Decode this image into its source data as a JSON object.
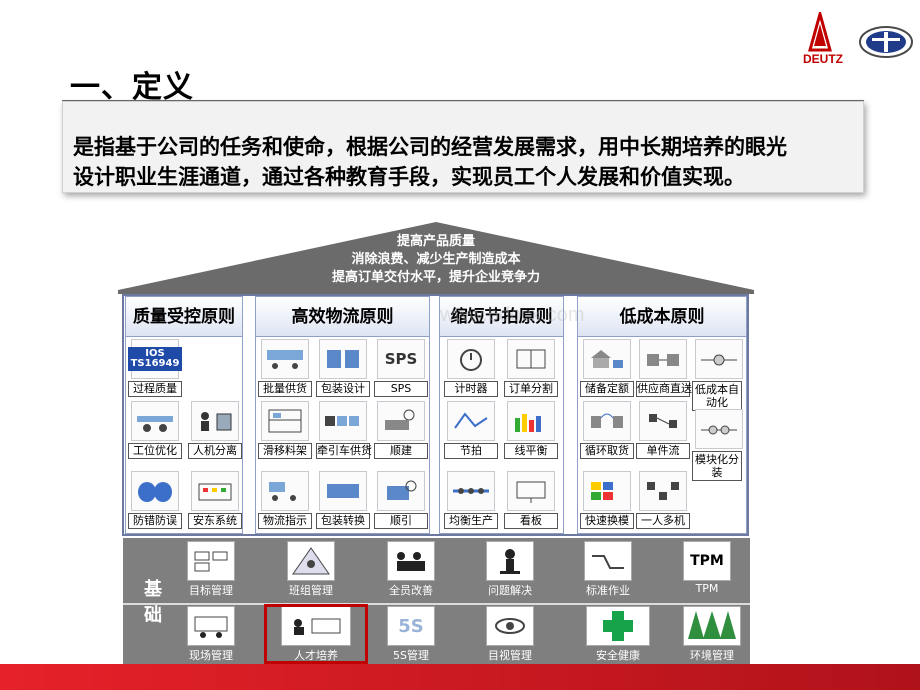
{
  "header": {
    "title": "一、定义",
    "logo_text": "DEUTZ"
  },
  "definition": {
    "line1": "是指基于公司的任务和使命，根据公司的经营发展需求，用中长期培养的眼光",
    "line2": "设计职业生涯通道，通过各种教育手段，实现员工个人发展和价值实现。"
  },
  "roof": {
    "line1": "提高产品质量",
    "line2": "消除浪费、减少生产制造成本",
    "line3": "提高订单交付水平，提升企业竞争力"
  },
  "pillars": [
    {
      "title": "质量受控原则",
      "items": [
        {
          "label": "过程质量",
          "icon": "iso-ts16949-icon",
          "icon_text": "IOS TS16949"
        },
        {
          "label": "工位优化",
          "icon": "workstation-icon"
        },
        {
          "label": "人机分离",
          "icon": "man-machine-icon"
        },
        {
          "label": "防错防误",
          "icon": "poka-yoke-icon"
        },
        {
          "label": "安东系统",
          "icon": "andon-icon"
        }
      ]
    },
    {
      "title": "高效物流原则",
      "items": [
        {
          "label": "批量供货",
          "icon": "batch-supply-icon"
        },
        {
          "label": "包装设计",
          "icon": "packaging-design-icon"
        },
        {
          "label": "SPS",
          "icon": "sps-icon",
          "icon_text": "SPS"
        },
        {
          "label": "滑移料架",
          "icon": "sliding-rack-icon"
        },
        {
          "label": "牵引车供货",
          "icon": "tractor-supply-icon"
        },
        {
          "label": "顺建",
          "icon": "sequence-build-icon"
        },
        {
          "label": "物流指示",
          "icon": "logistics-instruction-icon"
        },
        {
          "label": "包装转换",
          "icon": "package-conversion-icon"
        },
        {
          "label": "顺引",
          "icon": "sequence-pull-icon"
        }
      ]
    },
    {
      "title": "缩短节拍原则",
      "items": [
        {
          "label": "计时器",
          "icon": "timer-icon"
        },
        {
          "label": "订单分割",
          "icon": "order-split-icon"
        },
        {
          "label": "节拍",
          "icon": "takt-icon"
        },
        {
          "label": "线平衡",
          "icon": "line-balance-icon"
        },
        {
          "label": "均衡生产",
          "icon": "level-production-icon"
        },
        {
          "label": "看板",
          "icon": "kanban-icon"
        }
      ]
    },
    {
      "title": "低成本原则",
      "items": [
        {
          "label": "储备定额",
          "icon": "reserve-quota-icon"
        },
        {
          "label": "供应商直送",
          "icon": "supplier-direct-icon"
        },
        {
          "label": "低成本自动化",
          "icon": "low-cost-automation-icon"
        },
        {
          "label": "循环取货",
          "icon": "milk-run-icon"
        },
        {
          "label": "单件流",
          "icon": "one-piece-flow-icon"
        },
        {
          "label": "模块化分装",
          "icon": "modular-assembly-icon"
        },
        {
          "label": "快速换模",
          "icon": "smed-icon"
        },
        {
          "label": "一人多机",
          "icon": "multi-machine-icon"
        }
      ]
    }
  ],
  "foundation": {
    "label": "基础",
    "row1": [
      {
        "label": "目标管理",
        "icon": "goal-management-icon"
      },
      {
        "label": "班组管理",
        "icon": "team-management-icon"
      },
      {
        "label": "全员改善",
        "icon": "kaizen-icon"
      },
      {
        "label": "问题解决",
        "icon": "problem-solving-icon"
      },
      {
        "label": "标准作业",
        "icon": "standard-work-icon"
      },
      {
        "label": "TPM",
        "icon": "tpm-icon",
        "icon_text": "TPM"
      }
    ],
    "row2": [
      {
        "label": "现场管理",
        "icon": "site-management-icon"
      },
      {
        "label": "人才培养",
        "icon": "talent-development-icon"
      },
      {
        "label": "5S管理",
        "icon": "5s-icon",
        "icon_text": "5S"
      },
      {
        "label": "目视管理",
        "icon": "visual-management-icon"
      },
      {
        "label": "安全健康",
        "icon": "safety-health-icon"
      },
      {
        "label": "环境管理",
        "icon": "environment-icon"
      }
    ]
  },
  "colors": {
    "roof": "#6b6b6b",
    "frame": "#6c7aa1",
    "foundation": "#7f7f7f",
    "highlight": "#c00000",
    "bottom_bar": "#e62129",
    "safety_cross": "#16a34a",
    "tree_green": "#2f8f3f"
  }
}
